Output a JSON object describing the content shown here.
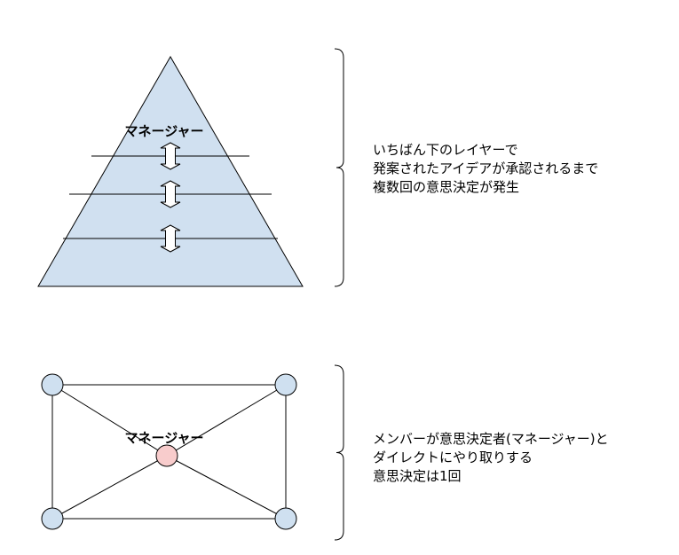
{
  "pyramid": {
    "label": "マネージャー",
    "description_lines": [
      "いちばん下のレイヤーで",
      "発案されたアイデアが承認されるまで",
      "複数回の意思決定が発生"
    ],
    "fill_color": "#d0e0f0",
    "arrow_count": 3,
    "icons": [
      "double-arrow-icon",
      "brace-icon"
    ]
  },
  "network": {
    "label": "マネージャー",
    "description_lines": [
      "メンバーが意思決定者(マネージャー)と",
      "ダイレクトにやり取りする",
      "意思決定は1回"
    ],
    "member_color": "#cfe0f0",
    "manager_color": "#f8cccc",
    "icons": [
      "member-node-icon",
      "manager-node-icon",
      "brace-icon"
    ]
  }
}
